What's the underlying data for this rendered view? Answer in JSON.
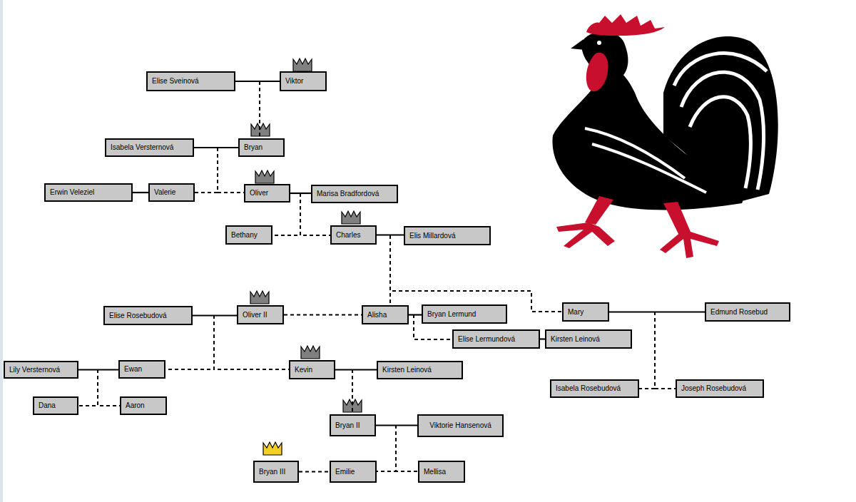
{
  "diagram": {
    "nodes": [
      {
        "text": [
          "Elise Sveinová"
        ]
      },
      {
        "text": [
          "Viktor"
        ]
      },
      {
        "text": [
          "Isabela Versternová"
        ]
      },
      {
        "text": [
          "Bryan"
        ]
      },
      {
        "text": [
          "Erwin Veleziel"
        ]
      },
      {
        "text": [
          "Valerie"
        ]
      },
      {
        "text": [
          "Oliver"
        ]
      },
      {
        "text": [
          "Marisa Bradfordová"
        ]
      },
      {
        "text": [
          "Bethany"
        ]
      },
      {
        "text": [
          "Charles"
        ]
      },
      {
        "text": [
          "Elis Millardová"
        ]
      },
      {
        "text": [
          "Elise Rosebudová"
        ]
      },
      {
        "text": [
          "Oliver II"
        ]
      },
      {
        "text": [
          "Alisha"
        ]
      },
      {
        "text": [
          "Bryan Lermund"
        ]
      },
      {
        "text": [
          "Mary"
        ]
      },
      {
        "text": [
          "Edmund Rosebud"
        ]
      },
      {
        "text": [
          "Elise Lermundová"
        ]
      },
      {
        "text": [
          "Kirsten Leinová"
        ]
      },
      {
        "text": [
          "Lily Versternová"
        ]
      },
      {
        "text": [
          "Ewan"
        ]
      },
      {
        "text": [
          "Kevin"
        ]
      },
      {
        "text": [
          "Kirsten Leinová"
        ]
      },
      {
        "text": [
          "Dana"
        ]
      },
      {
        "text": [
          "Aaron"
        ]
      },
      {
        "text": [
          "Isabela Rosebudová"
        ]
      },
      {
        "text": [
          "Joseph Rosebudová"
        ]
      },
      {
        "text": [
          "Bryan II"
        ]
      },
      {
        "text": [
          "Viktorie Hansenová"
        ]
      },
      {
        "text": [
          "Bryan III"
        ]
      },
      {
        "text": [
          "Emilie"
        ]
      },
      {
        "text": [
          "Mellisa"
        ]
      }
    ],
    "edges": [
      {
        "from": 0,
        "to": 1,
        "arrow": "none"
      },
      {
        "from": 1,
        "to": 3,
        "arrow": "none"
      },
      {
        "from": 2,
        "to": 3,
        "arrow": "none"
      },
      {
        "from": 4,
        "to": 5,
        "arrow": "none"
      },
      {
        "from": 3,
        "to": 5,
        "arrow": "none"
      },
      {
        "from": 3,
        "to": 6,
        "arrow": "none"
      },
      {
        "from": 6,
        "to": 7,
        "arrow": "none"
      },
      {
        "from": 6,
        "to": 8,
        "arrow": "none"
      },
      {
        "from": 6,
        "to": 9,
        "arrow": "none"
      },
      {
        "from": 9,
        "to": 10,
        "arrow": "none"
      },
      {
        "from": 11,
        "to": 12,
        "arrow": "none"
      },
      {
        "from": 12,
        "to": 13,
        "arrow": "none"
      },
      {
        "from": 9,
        "to": 13,
        "arrow": "none"
      },
      {
        "from": 9,
        "to": 15,
        "arrow": "none"
      },
      {
        "from": 13,
        "to": 14,
        "arrow": "none"
      },
      {
        "from": 13,
        "to": 17,
        "arrow": "none"
      },
      {
        "from": 15,
        "to": 16,
        "arrow": "none"
      },
      {
        "from": 17,
        "to": 18,
        "arrow": "none"
      },
      {
        "from": 19,
        "to": 20,
        "arrow": "none"
      },
      {
        "from": 12,
        "to": 20,
        "arrow": "none"
      },
      {
        "from": 12,
        "to": 21,
        "arrow": "none"
      },
      {
        "from": 21,
        "to": 22,
        "arrow": "none"
      },
      {
        "from": 20,
        "to": 23,
        "arrow": "none"
      },
      {
        "from": 20,
        "to": 24,
        "arrow": "none"
      },
      {
        "from": 15,
        "to": 25,
        "arrow": "none"
      },
      {
        "from": 15,
        "to": 26,
        "arrow": "none"
      },
      {
        "from": 21,
        "to": 27,
        "arrow": "none"
      },
      {
        "from": 27,
        "to": 28,
        "arrow": "none"
      },
      {
        "from": 27,
        "to": 30,
        "arrow": "none"
      },
      {
        "from": 27,
        "to": 31,
        "arrow": "none"
      },
      {
        "from": 29,
        "to": 30,
        "arrow": "none"
      }
    ]
  }
}
